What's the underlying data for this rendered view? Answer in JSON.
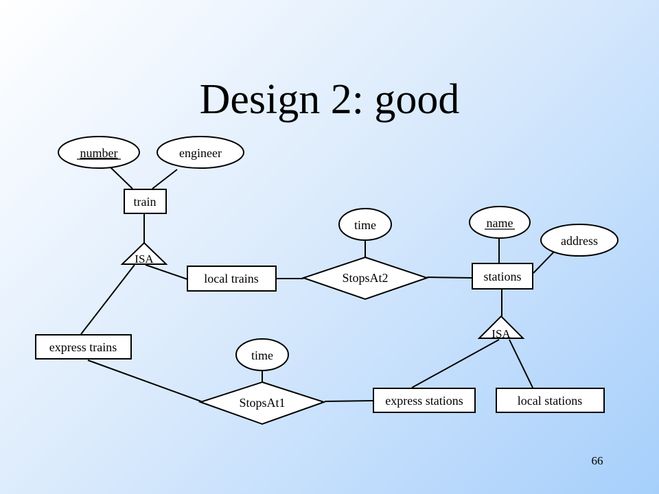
{
  "slide": {
    "title": "Design 2: good",
    "page_number": "66"
  },
  "diagram": {
    "entities": {
      "train": "train",
      "local_trains": "local trains",
      "express_trains": "express trains",
      "stations": "stations",
      "express_stations": "express stations",
      "local_stations": "local stations"
    },
    "attributes": {
      "number": "number",
      "engineer": "engineer",
      "time_top": "time",
      "name": "name",
      "address": "address",
      "time_bottom": "time"
    },
    "relationships": {
      "stopsat2": "StopsAt2",
      "stopsat1": "StopsAt1"
    },
    "isa": {
      "train_isa": "ISA",
      "station_isa": "ISA"
    },
    "key_attributes": [
      "number",
      "name"
    ]
  }
}
